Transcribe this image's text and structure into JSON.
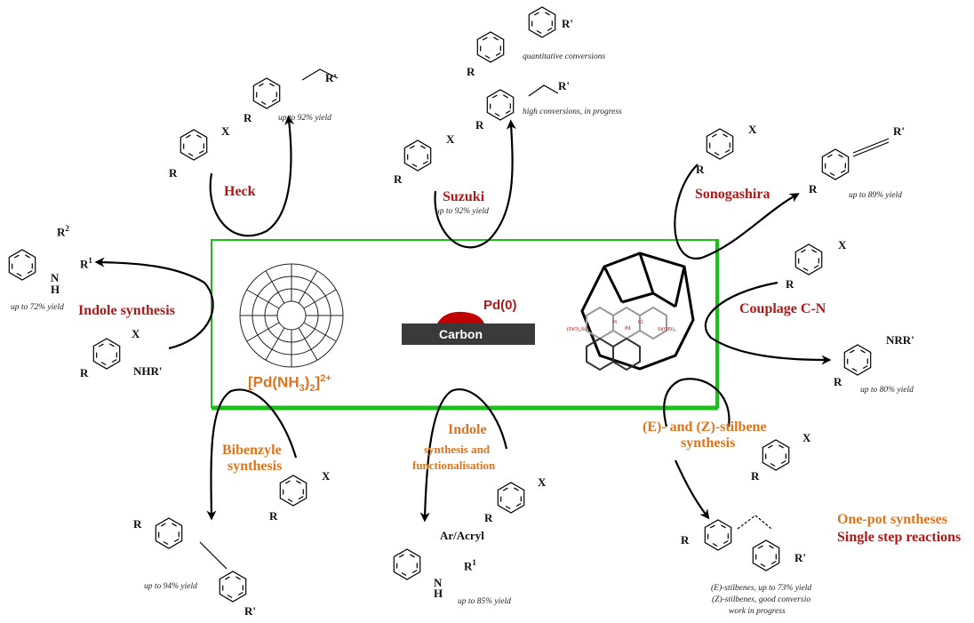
{
  "center": {
    "zeolite_label_main": "[Pd(NH",
    "zeolite_label_sub": "3",
    "zeolite_label_mid": ")",
    "zeolite_label_sub2": "2",
    "zeolite_label_close": "]",
    "zeolite_label_sup": "2+",
    "pd_label": "Pd(0)",
    "carbon_label": "Carbon",
    "silane_left": "(EtO)₃Si",
    "silane_right": "Si(OEt)₃",
    "pd_center": "Pd",
    "cl_label": "Cl",
    "n_label": "N"
  },
  "reactions": {
    "heck": {
      "label": "Heck",
      "yield": "up to 92% yield"
    },
    "suzuki": {
      "label": "Suzuki",
      "yield": "up to 92% yield",
      "biaryl_note": "quantitative conversions",
      "styrene_note": "high conversions, in progress"
    },
    "sonogashira": {
      "label": "Sonogashira",
      "yield": "up to 89% yield"
    },
    "coupling_cn": {
      "label": "Couplage C-N",
      "yield": "up to 80% yield"
    },
    "indole_synthesis": {
      "label": "Indole synthesis",
      "yield": "up to 72% yield"
    },
    "bibenzyle": {
      "label_1": "Bibenzyle",
      "label_2": "synthesis",
      "yield": "up to 94% yield"
    },
    "indole_func": {
      "label_1": "Indole",
      "label_2": "synthesis and",
      "label_3": "functionalisation",
      "yield": "up to 85% yield"
    },
    "stilbene": {
      "label_1": "(E)- and (Z)-stilbene",
      "label_2": "synthesis",
      "note_1": "(E)-stilbenes, up to 73% yield",
      "note_2": "(Z)-stilbenes, good conversio",
      "note_3": "work  in progress"
    }
  },
  "footer": {
    "line_1": "One-pot syntheses",
    "line_2": "Single step reactions"
  },
  "atoms": {
    "X": "X",
    "R": "R",
    "R_prime": "R'",
    "R1": "R",
    "R1_sup": "1",
    "R2": "R",
    "R2_sup": "2",
    "N": "N",
    "H": "H",
    "NHR": "NHR'",
    "NRR": "NRR'",
    "ArAcryl": "Ar/Acryl"
  },
  "colors": {
    "green_box": "#18c018",
    "red_label": "#b01818",
    "orange_label": "#e0741c",
    "pd_blob": "#c00000",
    "carbon_bar": "#3a3a3a"
  }
}
